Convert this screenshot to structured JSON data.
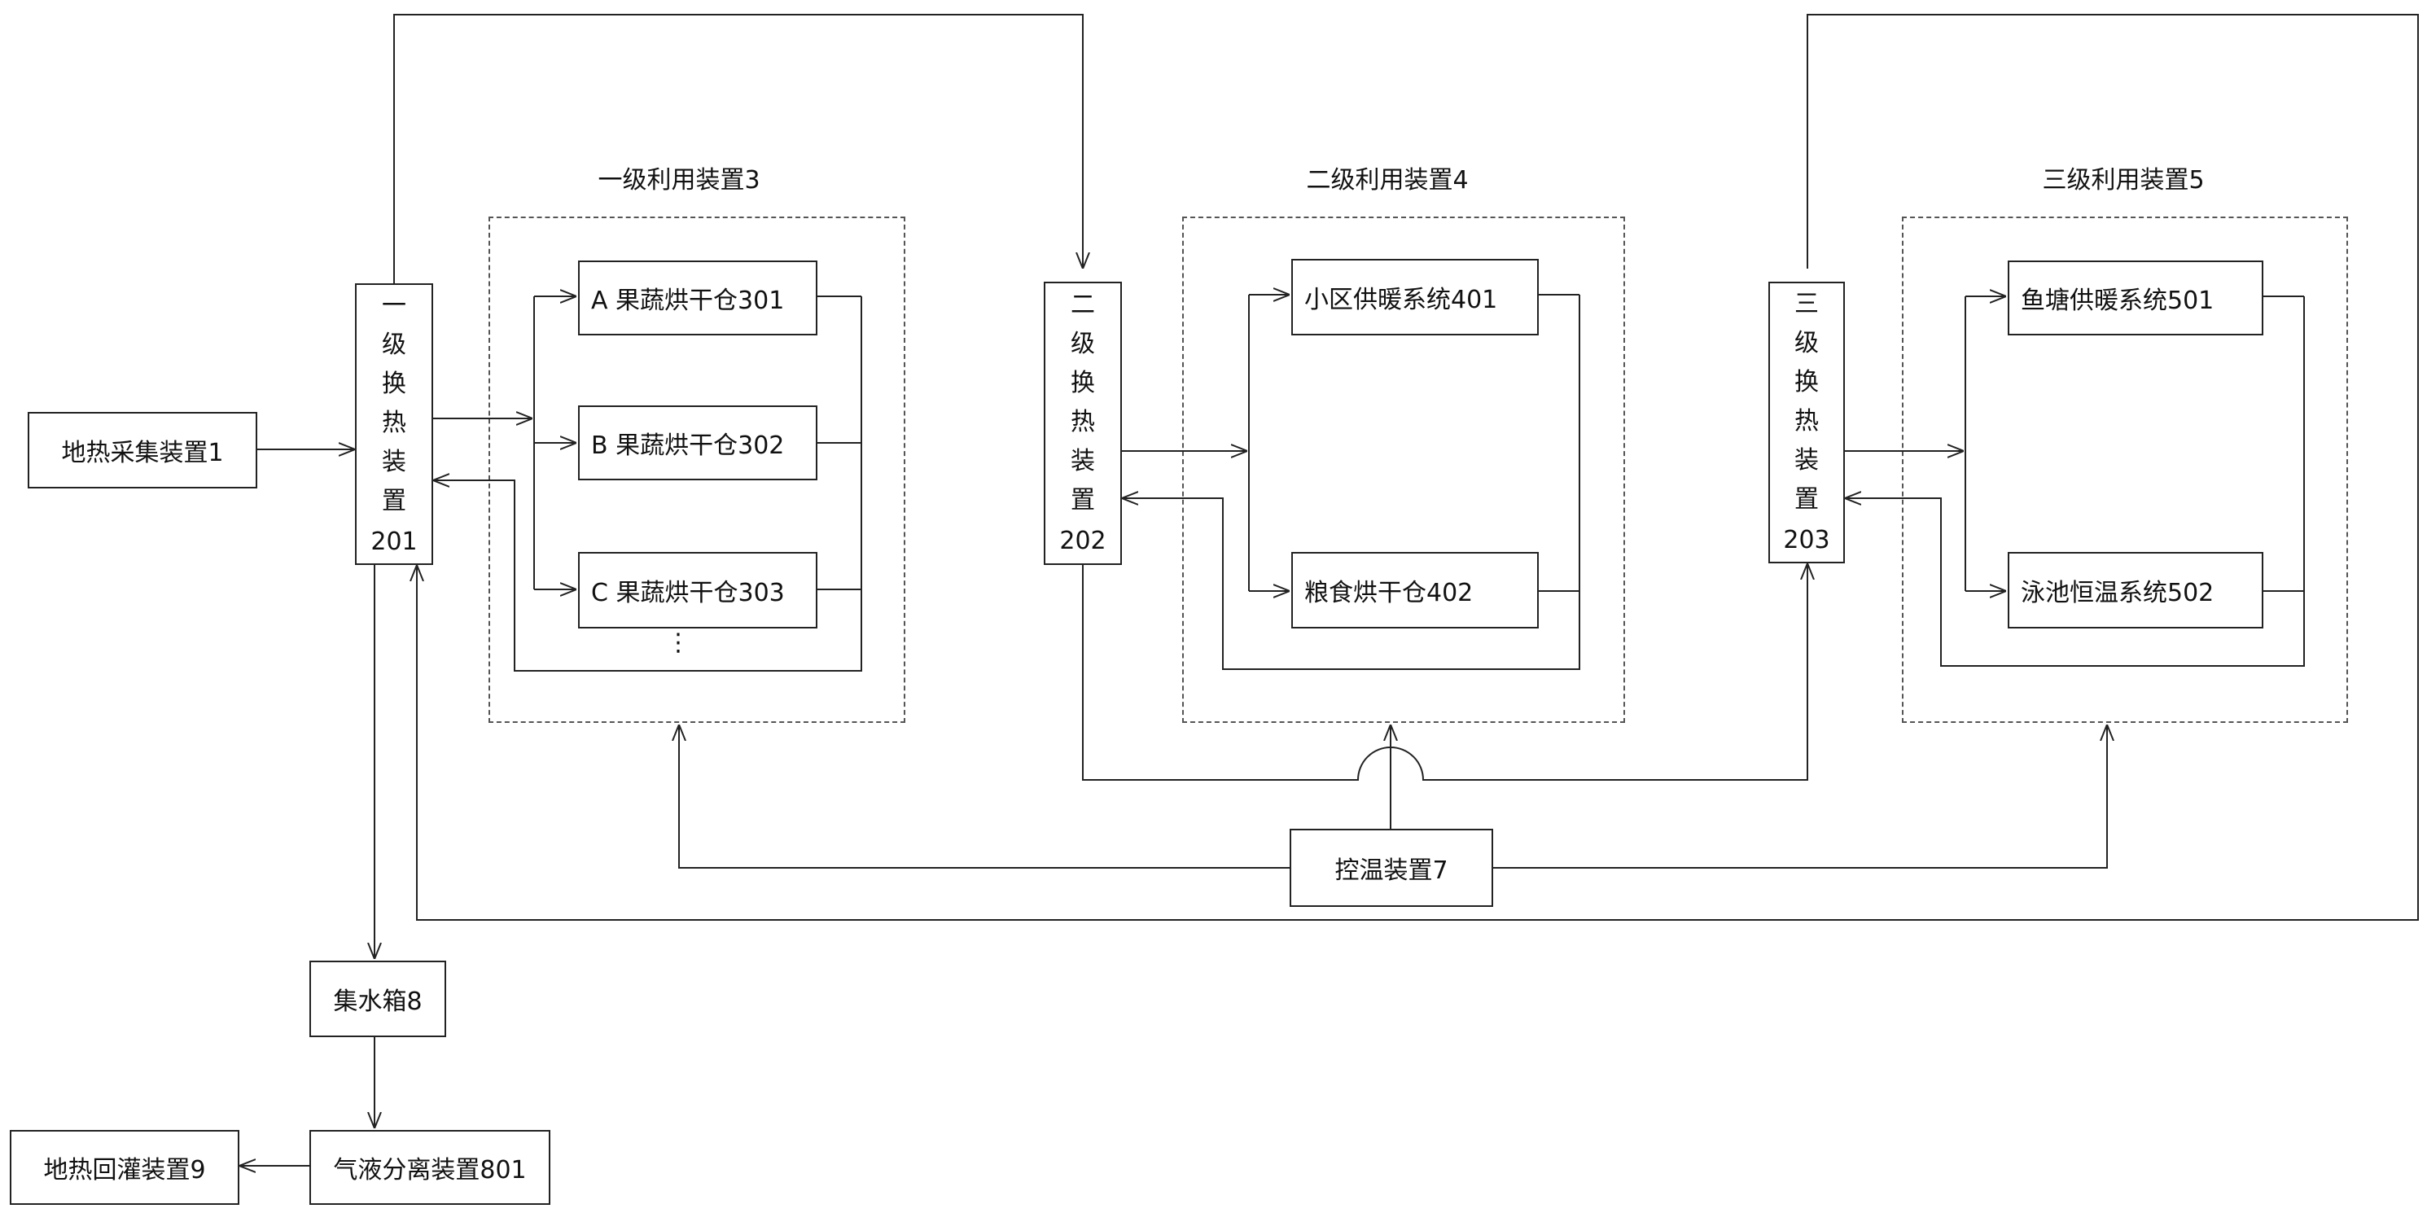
{
  "nodes": {
    "geothermal_collector": "地热采集装置1",
    "primary_exchanger": {
      "chars": [
        "一",
        "级",
        "换",
        "热",
        "装",
        "置"
      ],
      "number": "201"
    },
    "secondary_exchanger": {
      "chars": [
        "二",
        "级",
        "换",
        "热",
        "装",
        "置"
      ],
      "number": "202"
    },
    "tertiary_exchanger": {
      "chars": [
        "三",
        "级",
        "换",
        "热",
        "装",
        "置"
      ],
      "number": "203"
    },
    "dryer_a": "A 果蔬烘干仓301",
    "dryer_b": "B 果蔬烘干仓302",
    "dryer_c": "C 果蔬烘干仓303",
    "more_dryers": "⋮",
    "district_heating": "小区供暖系统401",
    "grain_dryer": "粮食烘干仓402",
    "fishpond_heating": "鱼塘供暖系统501",
    "pool_thermostat": "泳池恒温系统502",
    "temperature_control": "控温装置7",
    "water_tank": "集水箱8",
    "gas_liquid_separator": "气液分离装置801",
    "reinjection": "地热回灌装置9"
  },
  "groups": {
    "primary_utilization": "一级利用装置3",
    "secondary_utilization": "二级利用装置4",
    "tertiary_utilization": "三级利用装置5"
  }
}
